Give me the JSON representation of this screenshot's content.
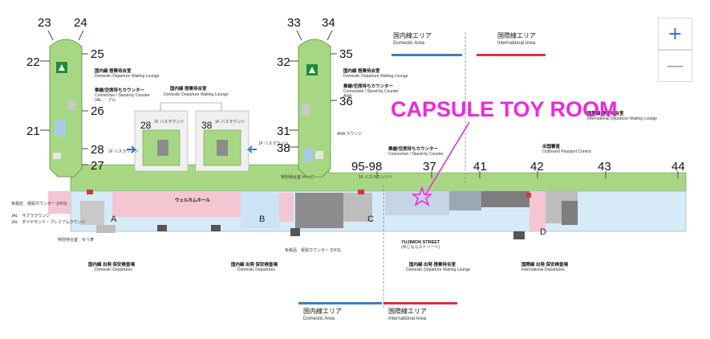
{
  "highlight": {
    "label": "CAPSULE TOY ROOM",
    "color": "#ee28e0"
  },
  "zoom": {
    "in_label": "+",
    "out_label": "—"
  },
  "gates": [
    "23",
    "24",
    "22",
    "25",
    "26",
    "21",
    "28",
    "27",
    "33",
    "34",
    "32",
    "35",
    "36",
    "31",
    "38",
    "95-98",
    "37",
    "41",
    "42",
    "43",
    "44"
  ],
  "gate_notes": {
    "g28": "1F バスラウンジ",
    "g38": "1F バスラウンジ",
    "g9598": "1F バスラウンジへ"
  },
  "concourse_letters": [
    "A",
    "B",
    "C",
    "D"
  ],
  "areas": {
    "top_domestic": {
      "jp": "国内線エリア",
      "en": "Domestic Area",
      "color": "#3a7fc4"
    },
    "top_international": {
      "jp": "国際線エリア",
      "en": "International Area",
      "color": "#d9333f"
    },
    "bottom_domestic": {
      "jp": "国内線エリア",
      "en": "Domestic Area",
      "color": "#3a7fc4"
    },
    "bottom_international": {
      "jp": "国際線エリア",
      "en": "International Area",
      "color": "#d9333f"
    }
  },
  "labels": {
    "left_lounge_jp": "国内線 搭乗待合室",
    "left_lounge_en": "Domestic Departure Waiting Lounge",
    "left_counter_jp": "乗継/空席待ちカウンター",
    "left_counter_en": "Connection / Stand-by Counter",
    "left_counter_sub": "JAL ／ ブル",
    "right_lounge_jp": "国内線 搭乗待合室",
    "right_lounge_en": "Domestic Departure Waiting Lounge",
    "right_counter_jp": "乗継/空席待ちカウンター",
    "right_counter_en": "Connection / Stand-by Counter",
    "right_counter_sub": "ANA",
    "inset_title_jp": "国内線 搭乗待合室",
    "inset_title_en": "Domestic Departure Waiting Lounge",
    "inset28": "1F バスラウンジ",
    "inset38": "1F バスラウンジ",
    "ana_lounge": "ANA ラウンジ",
    "center_counter_jp": "乗継/空席待ちカウンター",
    "center_counter_en": "Connection / Stand-by Counter",
    "passport_jp": "出国審査",
    "passport_en": "Outbound Passport Control",
    "intl_lounge_jp": "国際線 搭乗待合室",
    "intl_lounge_en": "International Departure Waiting Lounge",
    "welcome_hall": "ウェルカムホール",
    "special_lounge": "特別待合室 せいご",
    "left_dfs_jp": "免税店　受取カウンター (DFS)",
    "jal_lounge1": "JAL　サクララウンジ",
    "jal_lounge2": "JAL　ダイヤモンド・プレミアムラウンジ",
    "special_lounge2": "特別待合室　ゆう寿",
    "dom_dep1_jp": "国内線 出発 保安検査場",
    "dom_dep1_en": "Domestic Departures",
    "dom_dep2_jp": "国内線 出発 保安検査場",
    "dom_dep2_en": "Domestic Departures",
    "dfs_center": "免税品　受取カウンター (DFS)",
    "yujimon_en": "YUJIMON STREET",
    "yujimon_jp": "(ゆじもんストリート)",
    "center_lounge_jp": "国内線 出発 搭乗待合室",
    "center_lounge_en": "Domestic Departure Waiting Lounge",
    "intl_dep_jp": "国際線 出発 保安検査場",
    "intl_dep_en": "International Departures"
  }
}
